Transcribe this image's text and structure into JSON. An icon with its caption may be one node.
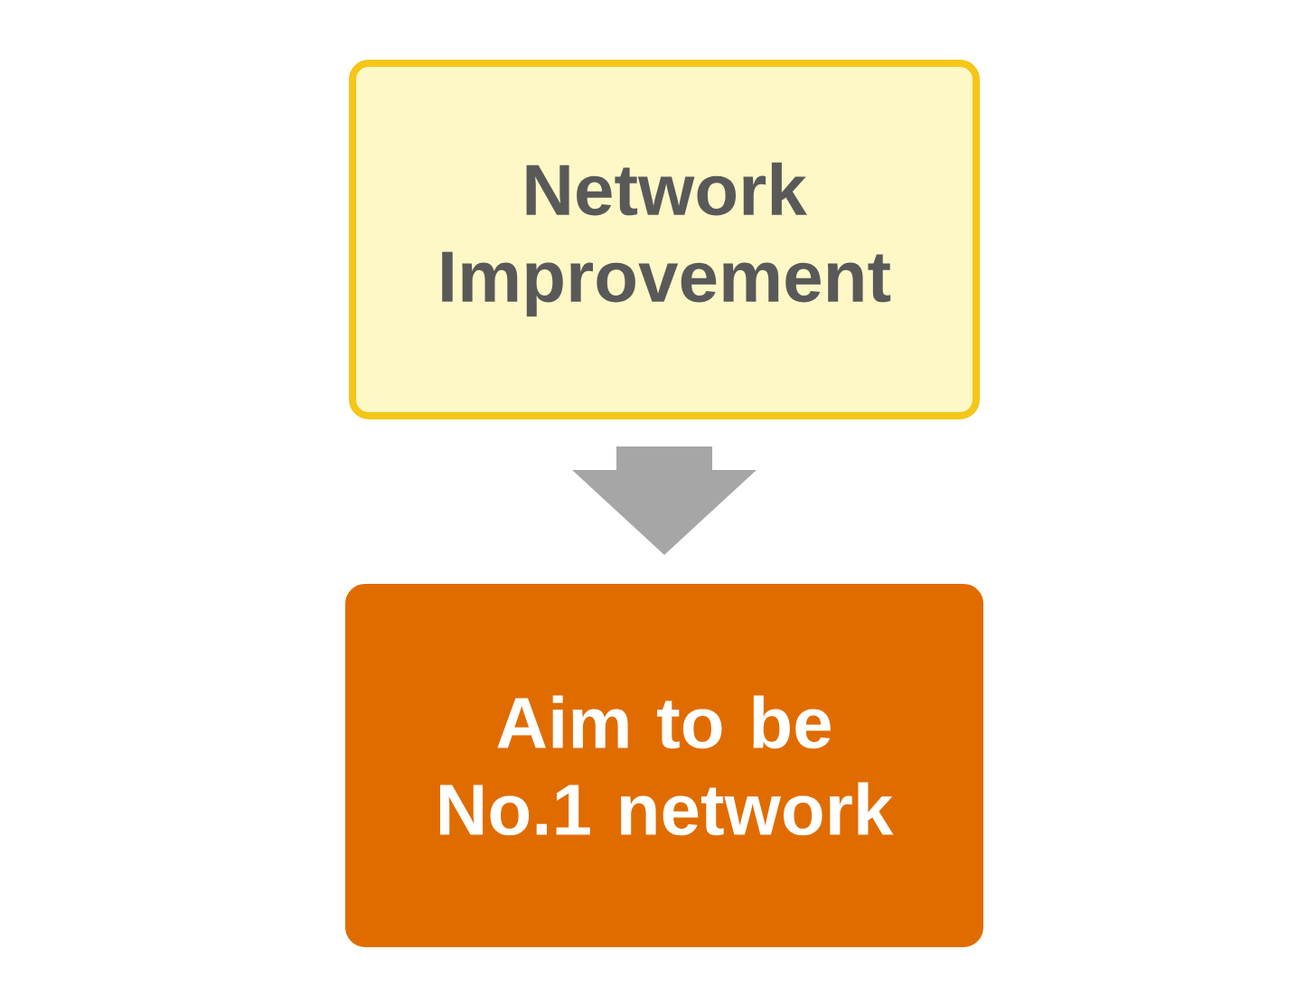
{
  "diagram": {
    "nodes": [
      {
        "text": [
          "Network Improvement"
        ]
      },
      {
        "text": [
          "Aim to be No.1 network"
        ]
      }
    ],
    "edges": [
      {
        "from": 0,
        "to": 1,
        "arrow": "to",
        "color": "#a6a6a6"
      }
    ]
  }
}
